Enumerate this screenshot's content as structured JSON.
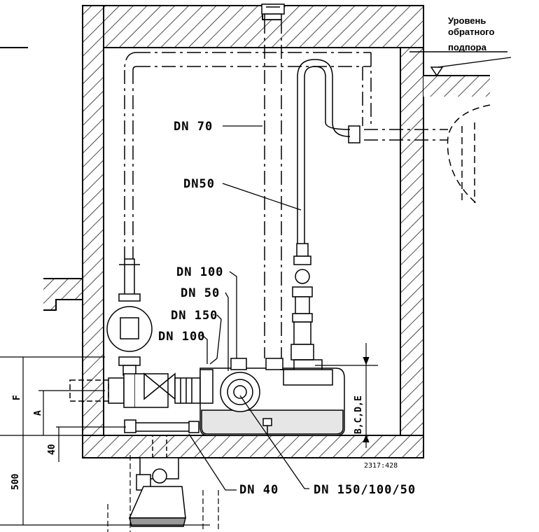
{
  "labels": {
    "backwater_level_line1": "Уровень",
    "backwater_level_line2": "обратного",
    "backwater_level_line3": "подпора",
    "dn70": "DN 70",
    "dn50_top": "DN50",
    "dn100_a": "DN 100",
    "dn50_b": "DN 50",
    "dn150": "DN 150",
    "dn100_b": "DN 100",
    "dn40": "DN 40",
    "dn150_100_50": "DN 150/100/50",
    "dim_bcde": "B,C,D,E",
    "dim_f": "F",
    "dim_a": "A",
    "dim_40": "40",
    "dim_500": "500",
    "drawing_no": "2317:428"
  }
}
